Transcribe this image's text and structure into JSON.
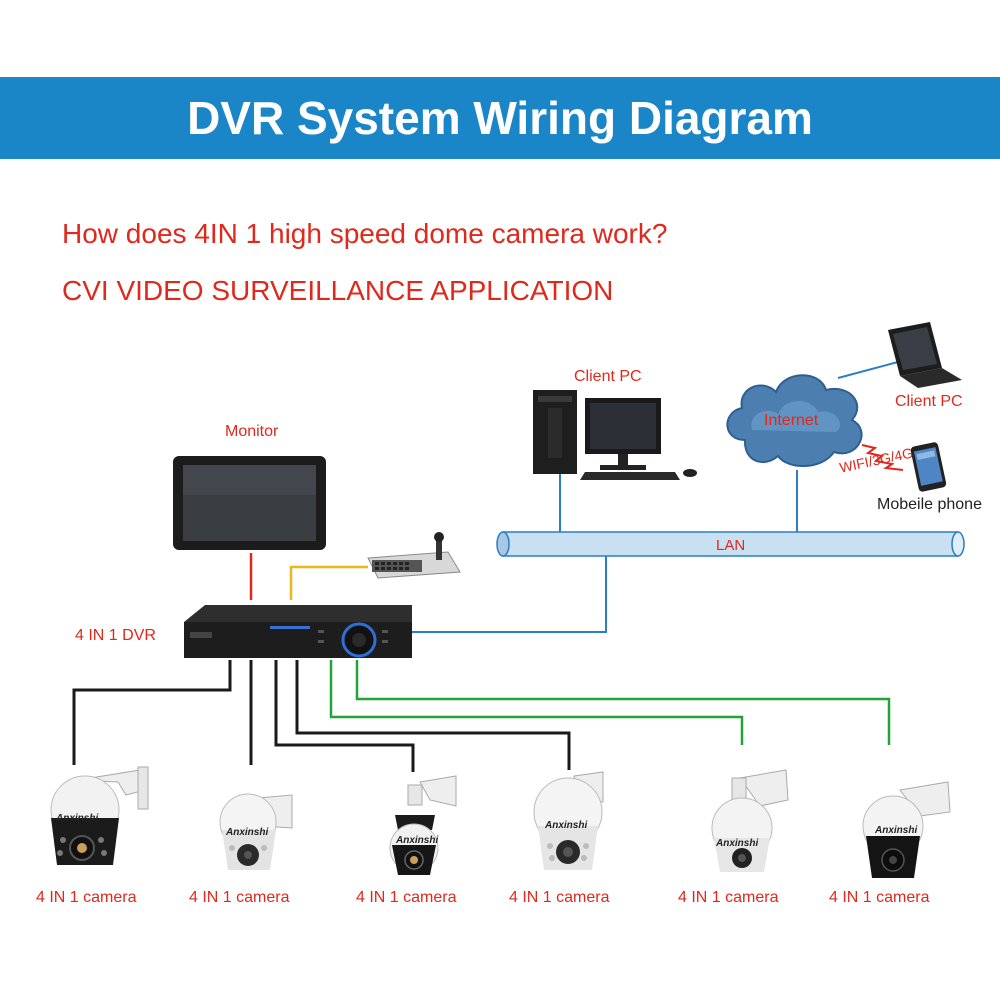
{
  "header": {
    "title": "DVR System Wiring Diagram"
  },
  "subtitles": {
    "question": "How does 4IN 1 high speed dome camera work?",
    "application": "CVI VIDEO SURVEILLANCE APPLICATION"
  },
  "labels": {
    "monitor": "Monitor",
    "dvr": "4 IN 1 DVR",
    "client_pc_desktop": "Client PC",
    "client_pc_laptop": "Client PC",
    "internet": "Internet",
    "wireless": "WIFI/3G/4G",
    "mobile": "Mobeile phone",
    "lan": "LAN"
  },
  "cameras": [
    {
      "label": "4 IN 1 camera",
      "brand": "Anxinshi"
    },
    {
      "label": "4 IN 1 camera",
      "brand": "Anxinshi"
    },
    {
      "label": "4 IN 1 camera",
      "brand": "Anxinshi"
    },
    {
      "label": "4 IN 1 camera",
      "brand": "Anxinshi"
    },
    {
      "label": "4 IN 1 camera",
      "brand": "Anxinshi"
    },
    {
      "label": "4 IN 1 camera",
      "brand": "Anxinshi"
    }
  ],
  "colors": {
    "banner": "#1a86c8",
    "label_red": "#e0281c",
    "wire_black": "#1a1a1a",
    "wire_green": "#22a33a",
    "wire_blue": "#2a7fc4",
    "wire_red": "#e0281c",
    "wire_yellow": "#e8b820",
    "lan_pipe": "#c9dff2"
  },
  "icons": [
    "monitor-icon",
    "keyboard-controller-icon",
    "dvr-icon",
    "desktop-pc-icon",
    "laptop-icon",
    "cloud-icon",
    "smartphone-icon",
    "dome-camera-icon"
  ]
}
